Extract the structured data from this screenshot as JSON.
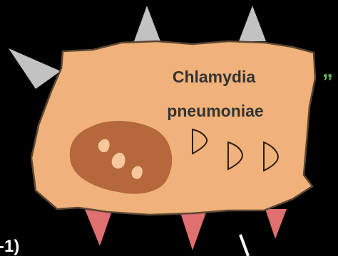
{
  "cell": {
    "title_line1": "Chlamydia",
    "title_line2": "pneumoniae"
  },
  "fragments": {
    "left_bottom": "-1)",
    "right_top_quote": "„"
  },
  "colors": {
    "background": "#000000",
    "cell_fill": "#f0b27a",
    "cell_outline": "#5a4632",
    "inclusion_fill": "#b5683c",
    "inclusion_spot": "#f8c89c",
    "top_spike": "#c2c2c2",
    "bottom_spike": "#e07070",
    "quote_green": "#5fb55f"
  },
  "icons": {
    "elementary_body": "d-shaped-particle-icon",
    "spike_top": "gray-spike-icon",
    "spike_bottom": "pink-spike-icon"
  }
}
